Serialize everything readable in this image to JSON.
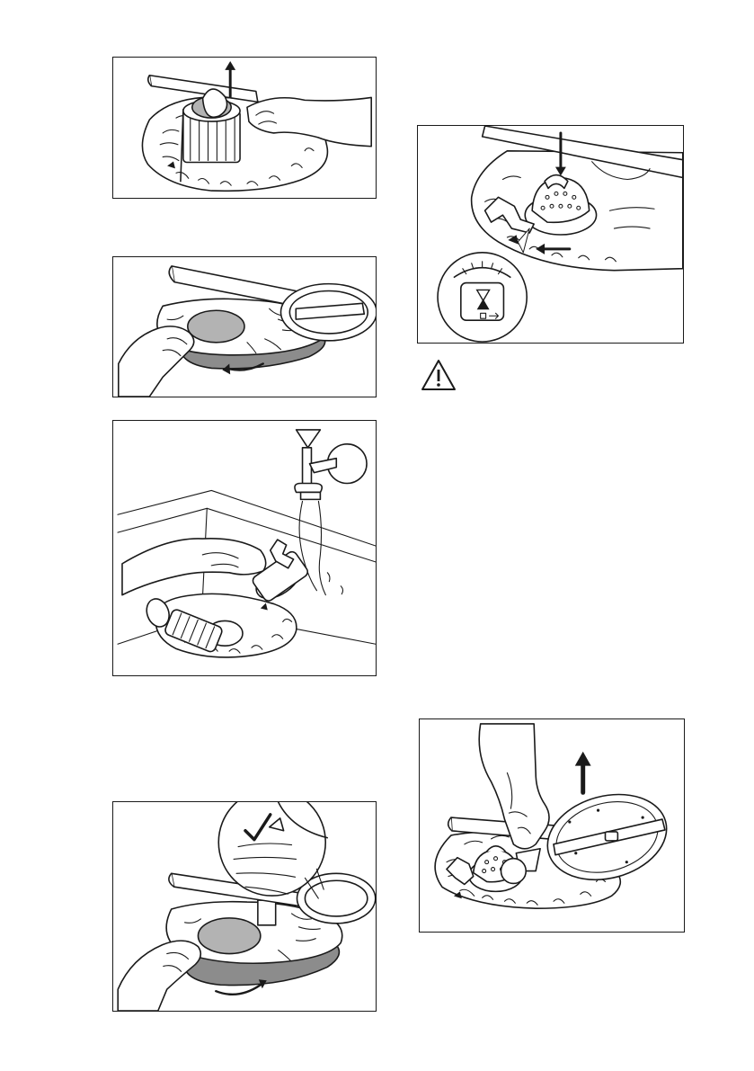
{
  "page": {
    "background": "#ffffff",
    "line_color": "#1a1a1a",
    "fill_grey": "#b3b3b3"
  },
  "figures": [
    {
      "id": "fig-remove-filter",
      "icons": [
        "arrow-up-icon",
        "hand-icon",
        "filter-icon"
      ]
    },
    {
      "id": "fig-rotate-flat-filter",
      "icons": [
        "arrow-curved-icon",
        "hand-icon",
        "flat-filter-icon"
      ]
    },
    {
      "id": "fig-rinse-filters",
      "icons": [
        "tap-icon",
        "water-icon",
        "filter-icon"
      ]
    },
    {
      "id": "fig-refit-flat-filter-check",
      "icons": [
        "checkmark-icon",
        "arrow-curved-icon",
        "hand-icon"
      ]
    },
    {
      "id": "fig-reinsert-filter-lock",
      "icons": [
        "arrow-down-icon",
        "arrow-left-icon",
        "lock-indicator-icon"
      ]
    },
    {
      "id": "fig-remove-spray-arm",
      "icons": [
        "arrow-up-icon",
        "hand-icon",
        "spray-arm-icon"
      ]
    }
  ],
  "warning": {
    "icon": "warning-triangle-icon"
  }
}
